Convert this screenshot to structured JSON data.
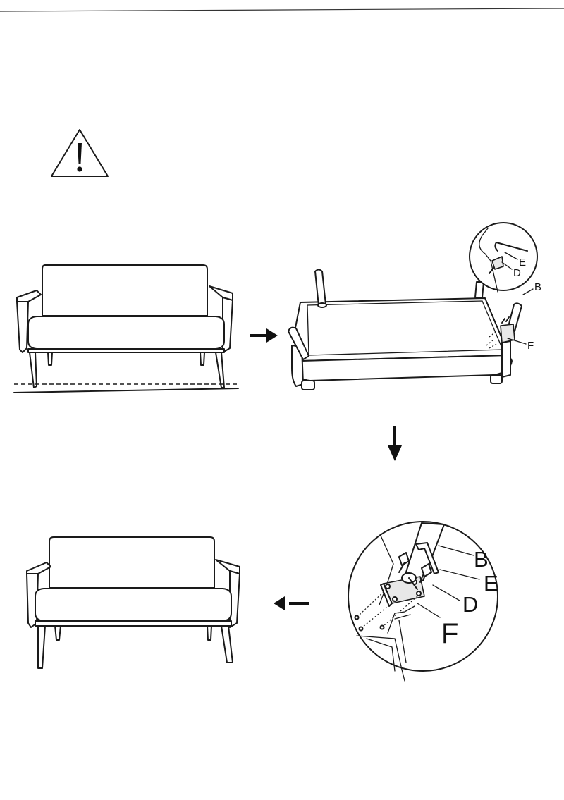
{
  "colors": {
    "ink": "#1a1a1a",
    "paper": "#ffffff"
  },
  "icons": {
    "warning": "warning-triangle-icon",
    "arrow_right": "arrow-right-icon",
    "arrow_down": "arrow-down-icon",
    "arrow_left": "arrow-left-icon"
  },
  "parts": {
    "step2_labels": [
      "E",
      "D",
      "B",
      "F"
    ],
    "detail_labels": [
      "B",
      "E",
      "D",
      "F"
    ]
  }
}
